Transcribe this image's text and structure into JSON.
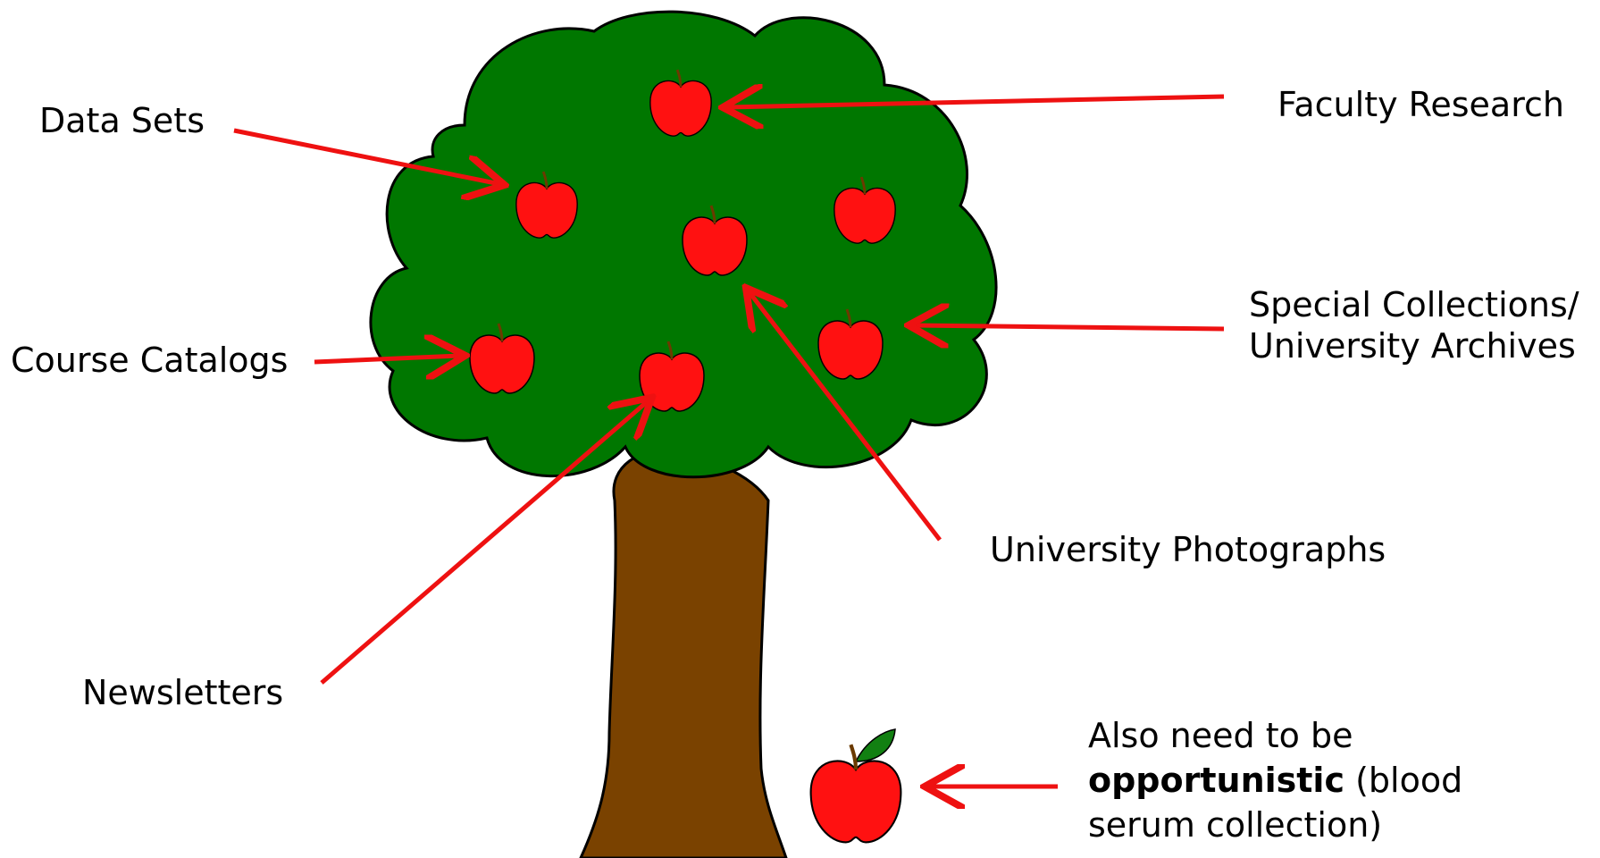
{
  "labels": {
    "data_sets": "Data Sets",
    "faculty_research": "Faculty Research",
    "special_collections_line1": "Special Collections/",
    "special_collections_line2": "University Archives",
    "course_catalogs": "Course Catalogs",
    "university_photographs": "University Photographs",
    "newsletters": "Newsletters",
    "opportunistic": {
      "line1": "Also need to be",
      "line2_bold": "opportunistic",
      "line2_rest": " (blood",
      "line3": "serum collection)"
    }
  },
  "colors": {
    "foliage": "#007700",
    "trunk": "#7a4200",
    "apple": "#ff1111",
    "leaf": "#128012",
    "arrow": "#ee1111",
    "outline": "#000000"
  }
}
